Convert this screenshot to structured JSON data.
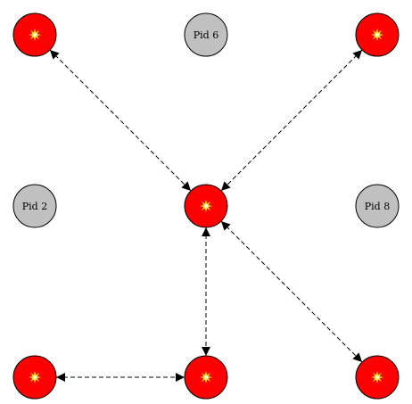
{
  "colors": {
    "crashed_fill": "#ff0000",
    "idle_fill": "#c0c0c0",
    "stroke": "#000000",
    "burst_outer": "#ffd400",
    "burst_inner": "#ffffff"
  },
  "nodes": [
    {
      "id": "top-left",
      "kind": "crashed",
      "icon": "explosion-icon"
    },
    {
      "id": "pid-6",
      "kind": "idle",
      "label": "Pid 6"
    },
    {
      "id": "top-right",
      "kind": "crashed",
      "icon": "explosion-icon"
    },
    {
      "id": "pid-2",
      "kind": "idle",
      "label": "Pid 2"
    },
    {
      "id": "center",
      "kind": "crashed",
      "icon": "explosion-icon"
    },
    {
      "id": "pid-8",
      "kind": "idle",
      "label": "Pid 8"
    },
    {
      "id": "bottom-left",
      "kind": "crashed",
      "icon": "explosion-icon"
    },
    {
      "id": "bottom-center",
      "kind": "crashed",
      "icon": "explosion-icon"
    },
    {
      "id": "bottom-right",
      "kind": "crashed",
      "icon": "explosion-icon"
    }
  ],
  "edges": [
    {
      "from": "top-left",
      "to": "center",
      "style": "dashed",
      "direction": "both"
    },
    {
      "from": "top-right",
      "to": "center",
      "style": "dashed",
      "direction": "both"
    },
    {
      "from": "center",
      "to": "bottom-center",
      "style": "dashed",
      "direction": "both"
    },
    {
      "from": "center",
      "to": "bottom-right",
      "style": "dashed",
      "direction": "both"
    },
    {
      "from": "bottom-left",
      "to": "bottom-center",
      "style": "dashed",
      "direction": "both"
    }
  ]
}
